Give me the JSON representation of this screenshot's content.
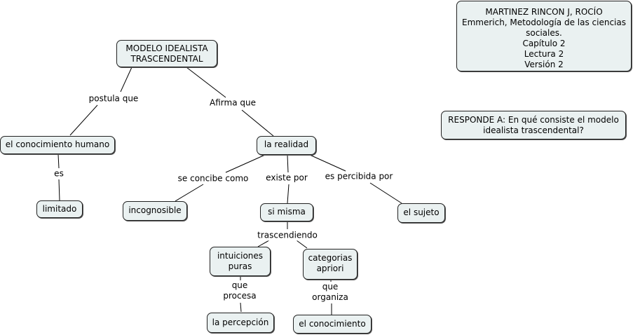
{
  "concept_map": {
    "nodes": {
      "root": "MODELO IDEALISTA\nTRASCENDENTAL",
      "author": "MARTINEZ RINCON J, ROCÍO\nEmmerich, Metodología de las ciencias\nsociales.\nCapítulo 2\nLectura 2\nVersión 2",
      "question": "RESPONDE A: En qué consiste el modelo\nidealista trascendental?",
      "conocimiento_humano": "el conocimiento humano",
      "limitado": "limitado",
      "realidad": "la realidad",
      "incognosible": "incognosible",
      "si_misma": "si misma",
      "sujeto": "el sujeto",
      "intuiciones": "intuiciones\npuras",
      "categorias": "categorias\napriori",
      "percepcion": "la percepción",
      "conocimiento": "el conocimiento"
    },
    "links": {
      "postula": "postula que",
      "afirma": "Afirma que",
      "es": "es",
      "concibe": "se concibe como",
      "existe": "existe por",
      "percibida": "es percibida por",
      "trascendiendo": "trascendiendo",
      "procesa": "que\nprocesa",
      "organiza": "que\norganiza"
    }
  }
}
